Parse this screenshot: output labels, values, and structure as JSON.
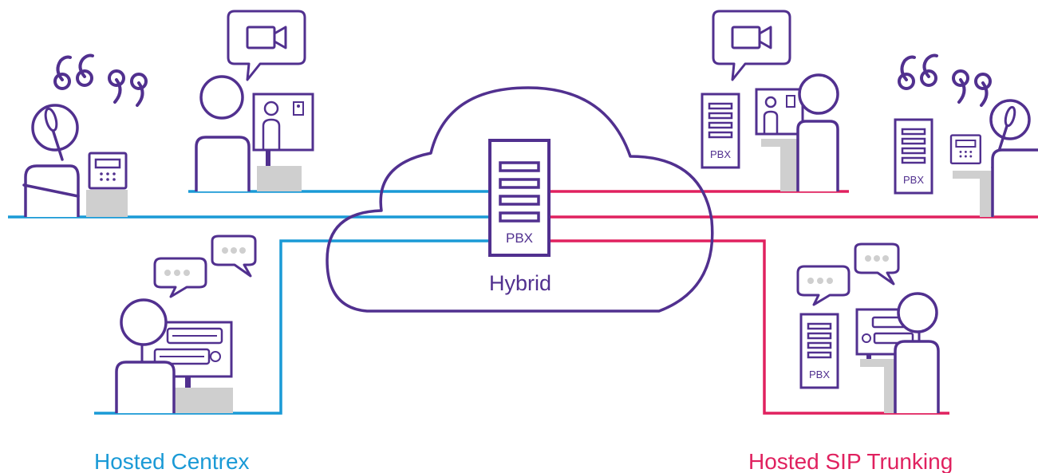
{
  "labels": {
    "hosted_centrex": "Hosted Centrex",
    "hosted_sip_trunking": "Hosted SIP Trunking",
    "hybrid": "Hybrid",
    "pbx": "PBX"
  },
  "icons": [
    "person-icon",
    "speech-quote-icon",
    "video-camera-icon",
    "chat-bubble-icon",
    "desk-phone-icon",
    "monitor-icon",
    "pbx-server-icon",
    "cloud-icon"
  ],
  "colors": {
    "outline": "#51308f",
    "centrex_line": "#1a9ad6",
    "sip_line": "#e0215f",
    "desk": "#cfcfcf",
    "centrex_text": "#1a9ad6",
    "sip_text": "#e0215f",
    "hybrid_text": "#51308f"
  }
}
